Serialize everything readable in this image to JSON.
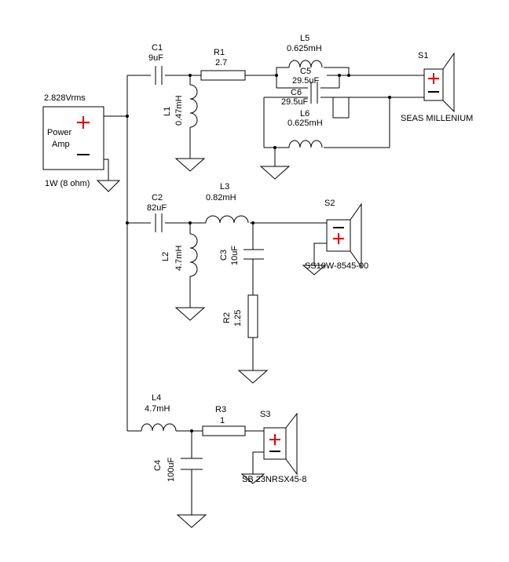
{
  "source": {
    "signal": "2.828Vrms",
    "name": "Power Amp",
    "name_line1": "Power",
    "name_line2": "Amp",
    "note": "1W (8 ohm)"
  },
  "components": {
    "C1": {
      "ref": "C1",
      "value": "9uF"
    },
    "R1": {
      "ref": "R1",
      "value": "2.7"
    },
    "L1": {
      "ref": "L1",
      "value": "0.47mH"
    },
    "L5": {
      "ref": "L5",
      "value": "0.625mH"
    },
    "C5": {
      "ref": "C5",
      "value": "29.5uF"
    },
    "C6": {
      "ref": "C6",
      "value": "29.5uF"
    },
    "L6": {
      "ref": "L6",
      "value": "0.625mH"
    },
    "C2": {
      "ref": "C2",
      "value": "82uF"
    },
    "L3": {
      "ref": "L3",
      "value": "0.82mH"
    },
    "L2": {
      "ref": "L2",
      "value": "4.7mH"
    },
    "C3": {
      "ref": "C3",
      "value": "10uF"
    },
    "R2": {
      "ref": "R2",
      "value": "1.25"
    },
    "L4": {
      "ref": "L4",
      "value": "4.7mH"
    },
    "R3": {
      "ref": "R3",
      "value": "1"
    },
    "C4": {
      "ref": "C4",
      "value": "100uF"
    }
  },
  "speakers": {
    "S1": {
      "ref": "S1",
      "model": "SEAS MILLENIUM"
    },
    "S2": {
      "ref": "S2",
      "model": "SS10W-8545-00"
    },
    "S3": {
      "ref": "S3",
      "model": "SB 23NRSX45-8"
    }
  },
  "colors": {
    "wire": "#000000",
    "polarity_plus": "#e00000",
    "polarity_minus": "#000000"
  }
}
